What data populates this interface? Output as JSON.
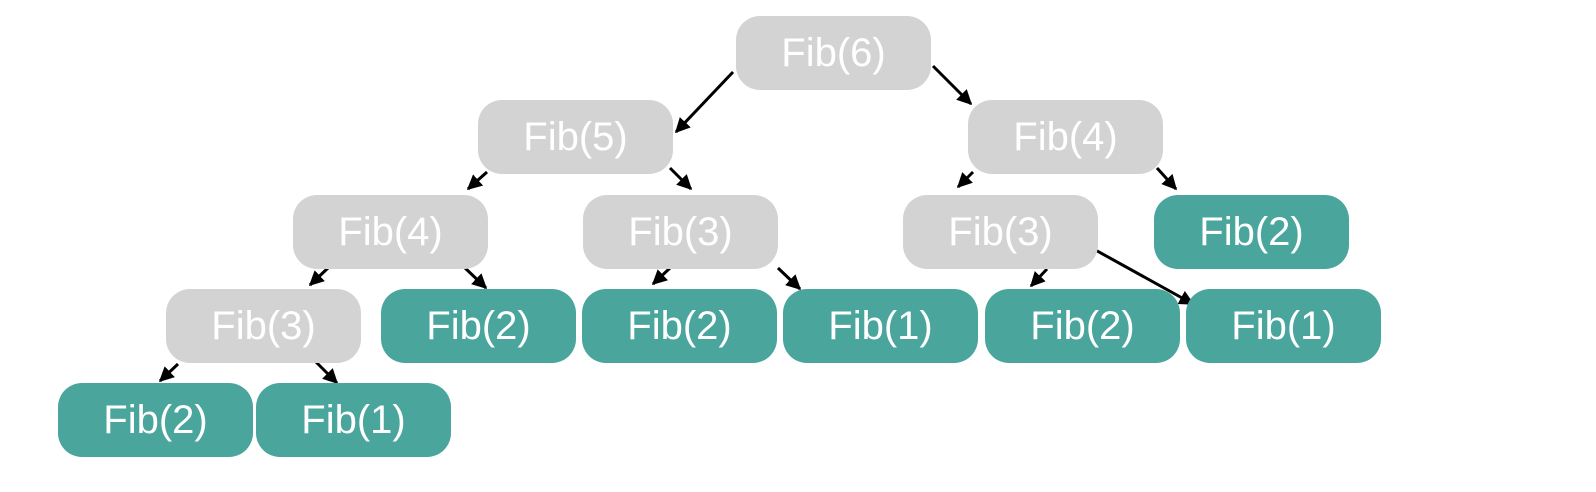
{
  "colors": {
    "pending": "#d3d3d3",
    "base_case": "#4aa59d",
    "text": "#ffffff",
    "edge": "#000000"
  },
  "nodes": [
    {
      "id": "n1",
      "label": "Fib(6)",
      "kind": "pending"
    },
    {
      "id": "n2",
      "label": "Fib(5)",
      "kind": "pending"
    },
    {
      "id": "n3",
      "label": "Fib(4)",
      "kind": "pending"
    },
    {
      "id": "n4",
      "label": "Fib(4)",
      "kind": "pending"
    },
    {
      "id": "n5",
      "label": "Fib(3)",
      "kind": "pending"
    },
    {
      "id": "n6",
      "label": "Fib(3)",
      "kind": "pending"
    },
    {
      "id": "n7",
      "label": "Fib(2)",
      "kind": "base_case"
    },
    {
      "id": "n8",
      "label": "Fib(3)",
      "kind": "pending"
    },
    {
      "id": "n9",
      "label": "Fib(2)",
      "kind": "base_case"
    },
    {
      "id": "n10",
      "label": "Fib(2)",
      "kind": "base_case"
    },
    {
      "id": "n11",
      "label": "Fib(1)",
      "kind": "base_case"
    },
    {
      "id": "n12",
      "label": "Fib(2)",
      "kind": "base_case"
    },
    {
      "id": "n13",
      "label": "Fib(1)",
      "kind": "base_case"
    },
    {
      "id": "n14",
      "label": "Fib(2)",
      "kind": "base_case"
    },
    {
      "id": "n15",
      "label": "Fib(1)",
      "kind": "base_case"
    }
  ],
  "edges": [
    {
      "from": "n1",
      "to": "n2"
    },
    {
      "from": "n1",
      "to": "n3"
    },
    {
      "from": "n2",
      "to": "n4"
    },
    {
      "from": "n2",
      "to": "n5"
    },
    {
      "from": "n3",
      "to": "n6"
    },
    {
      "from": "n3",
      "to": "n7"
    },
    {
      "from": "n4",
      "to": "n8"
    },
    {
      "from": "n4",
      "to": "n9"
    },
    {
      "from": "n5",
      "to": "n10"
    },
    {
      "from": "n5",
      "to": "n11"
    },
    {
      "from": "n6",
      "to": "n12"
    },
    {
      "from": "n6",
      "to": "n13"
    },
    {
      "from": "n8",
      "to": "n14"
    },
    {
      "from": "n8",
      "to": "n15"
    }
  ]
}
